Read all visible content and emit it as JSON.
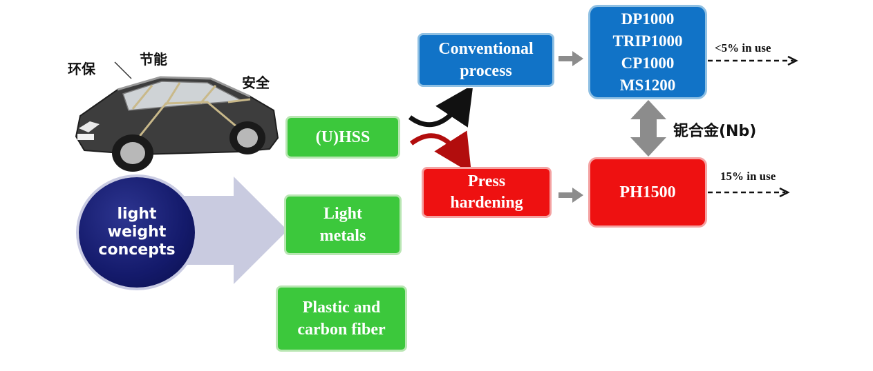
{
  "car_labels": {
    "environment": "环保",
    "energy_saving": "节能",
    "safety": "安全"
  },
  "concept_circle": "light\nweight\nconcepts",
  "materials": {
    "uhss": "(U)HSS",
    "light_metals": "Light\nmetals",
    "plastic_carbon": "Plastic and\ncarbon fiber"
  },
  "processes": {
    "conventional": "Conventional\nprocess",
    "press_hardening": "Press\nhardening"
  },
  "steel_grades": {
    "conventional_grades": "DP1000\nTRIP1000\nCP1000\nMS1200",
    "press_hardened_grade": "PH1500"
  },
  "usage": {
    "conventional": "<5% in use",
    "press_hardened": "15% in use"
  },
  "alloy_label": "铌合金(Nb)",
  "colors": {
    "green": "#3cc83c",
    "blue": "#1173c7",
    "red": "#ee1111",
    "navy": "#141a6b",
    "gray_arrow": "#8c8c8c"
  }
}
